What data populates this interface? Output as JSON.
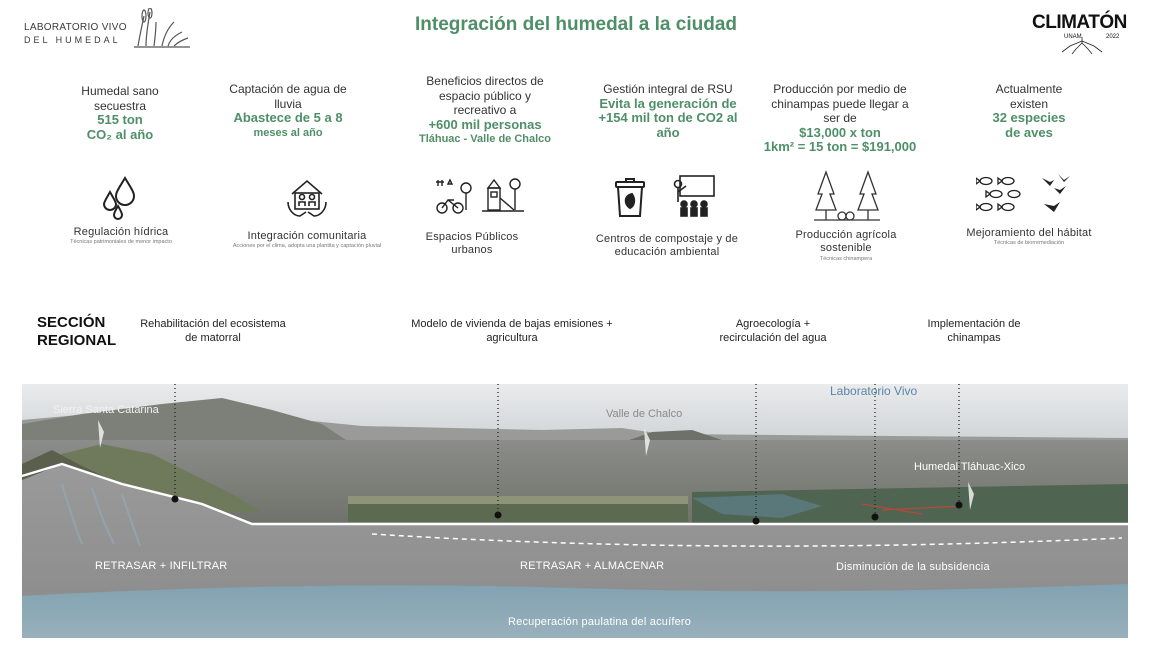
{
  "header": {
    "logo_left_line1": "LABORATORIO VIVO",
    "logo_left_line2": "DEL HUMEDAL",
    "title": "Integración del humedal a la ciudad",
    "logo_right_name": "CLIMATÓN",
    "logo_right_unam": "UNAM",
    "logo_right_year": "2022"
  },
  "stats": [
    {
      "line1": "Humedal sano",
      "line2": "secuestra",
      "hl1": "515 ton",
      "hl2": "CO₂ al año"
    },
    {
      "line1": "Captación de agua de",
      "line2": "lluvia",
      "hl1": "Abastece de 5 a 8",
      "hl2": "meses al año"
    },
    {
      "line1": "Beneficios directos de",
      "line2": "espacio público y",
      "line3": "recreativo a",
      "hl1": "+600 mil personas",
      "hl2": "Tláhuac - Valle de Chalco"
    },
    {
      "line1": "Gestión integral de RSU",
      "hl1": "Evita la generación de",
      "hl2": "+154 mil ton de CO2 al",
      "hl3": "año"
    },
    {
      "line1": "Producción por medio de",
      "line2": "chinampas puede llegar a",
      "line3": "ser de",
      "hl1": "$13,000 x ton",
      "hl2": "1km² = 15 ton = $191,000"
    },
    {
      "line1": "Actualmente",
      "line2": "existen",
      "hl1": "32 especies",
      "hl2": "de aves"
    }
  ],
  "features": [
    {
      "label": "Regulación hídrica",
      "sub": "Técnicas patrimoniales de menor impacto"
    },
    {
      "label": "Integración comunitaria",
      "sub": "Acciones por el clima, adopta una plantita y captación pluvial"
    },
    {
      "label": "Espacios Públicos urbanos",
      "sub": ""
    },
    {
      "label": "Centros de compostaje y de educación ambiental",
      "sub": ""
    },
    {
      "label": "Producción agrícola sostenible",
      "sub": "Técnicas chinampera"
    },
    {
      "label": "Mejoramiento del hábitat",
      "sub": "Técnicas de biorremediación"
    }
  ],
  "section": {
    "title_line1": "SECCIÓN",
    "title_line2": "REGIONAL",
    "callouts": [
      {
        "line1": "Rehabilitación del ecosistema",
        "line2": "de matorral"
      },
      {
        "line1": "Modelo de vivienda de bajas emisiones +",
        "line2": "agricultura"
      },
      {
        "line1": "Agroecología +",
        "line2": "recirculación del agua"
      },
      {
        "line1": "Implementación de",
        "line2": "chinampas"
      }
    ],
    "places": {
      "sierra": "Sierra Santa Catarina",
      "valle": "Valle de Chalco",
      "laboratorio": "Laboratorio Vivo",
      "humedal": "Humedal Tláhuac-Xico"
    },
    "underground": {
      "left": "RETRASAR + INFILTRAR",
      "center": "RETRASAR + ALMACENAR",
      "right": "Disminución de la subsidencia",
      "bottom": "Recuperación paulatina del acuífero"
    }
  },
  "colors": {
    "accent_green": "#4e8f68",
    "text_dark": "#2a2a2a",
    "ground_gray": "#8f8f8f",
    "aquifer_blue": "#7da3b5"
  }
}
